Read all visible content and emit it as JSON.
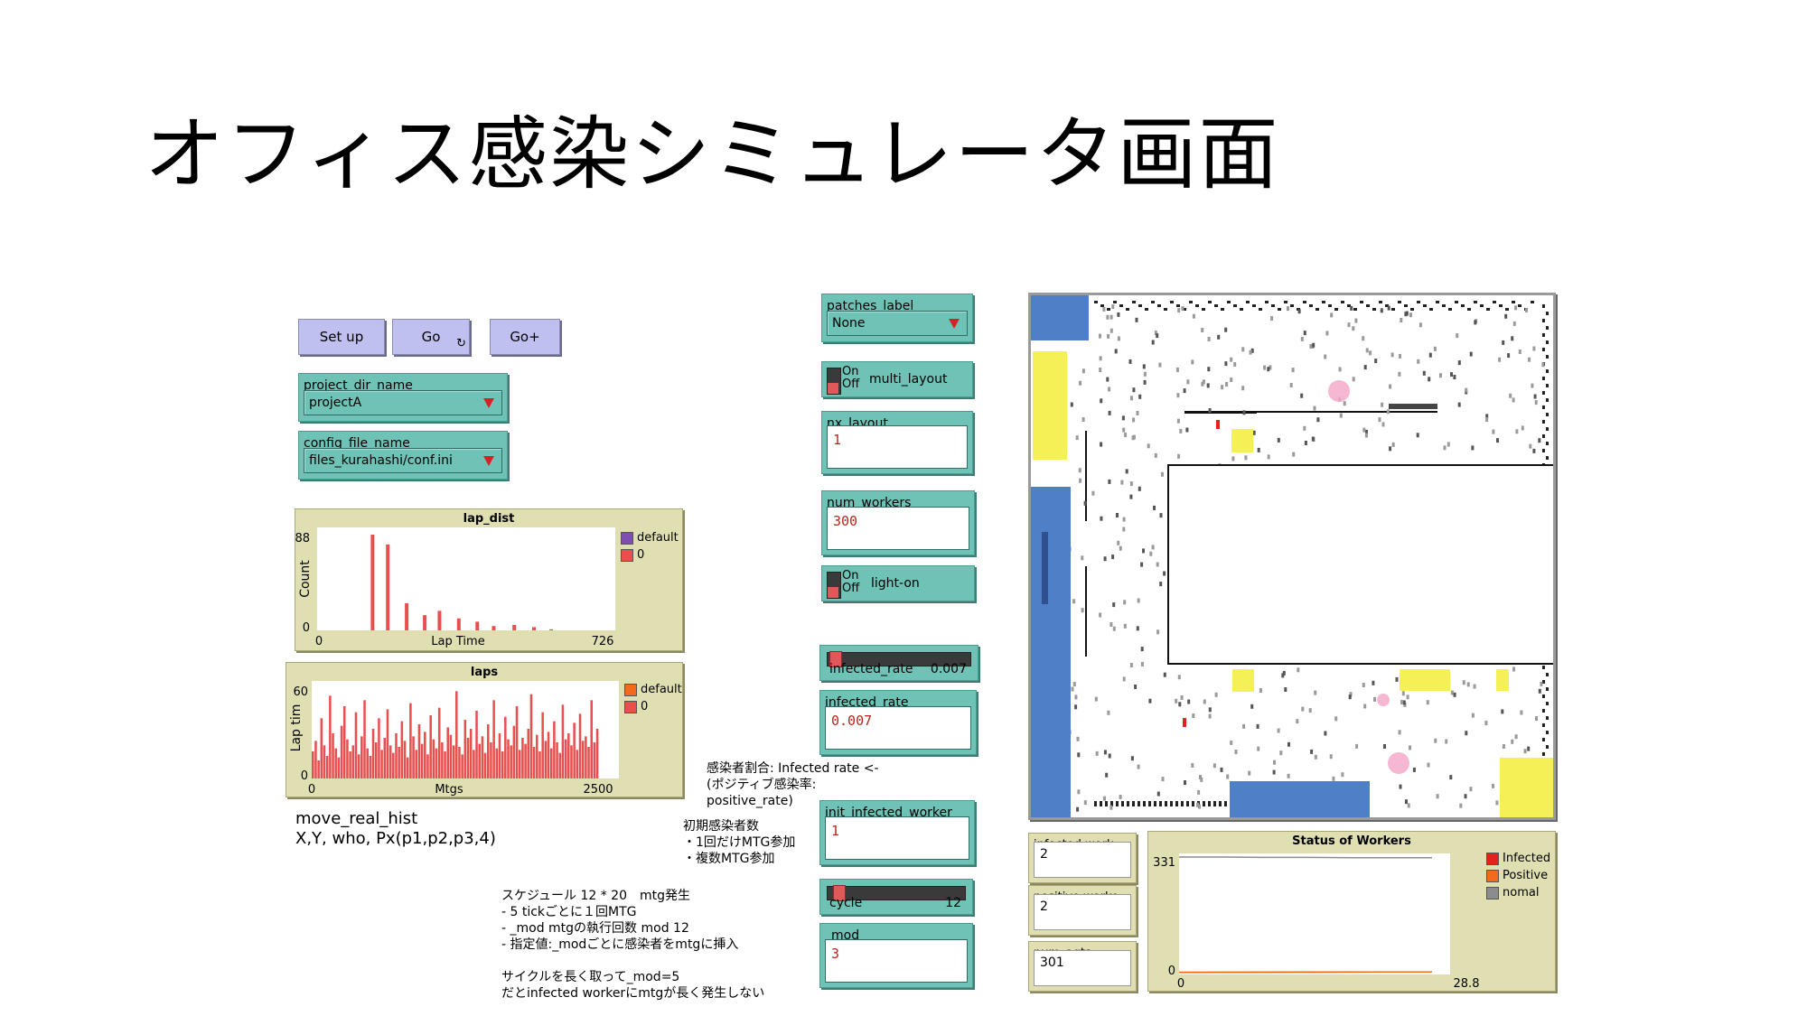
{
  "page": {
    "title": "オフィス感染シミュレータ画面"
  },
  "buttons": {
    "setup": "Set up",
    "go": "Go",
    "go_forever_icon": "forever-icon",
    "go_plus": "Go+"
  },
  "project_dir": {
    "label": "project_dir_name",
    "value": "projectA"
  },
  "config_file": {
    "label": "config_file_name",
    "value": "files_kurahashi/conf.ini"
  },
  "patches_label": {
    "label": "patches_label",
    "value": "None"
  },
  "multi_layout": {
    "on": "On",
    "off": "Off",
    "label": "multi_layout"
  },
  "nx_layout": {
    "label": "nx_layout",
    "value": "1"
  },
  "num_workers": {
    "label": "num_workers",
    "value": "300"
  },
  "light_on": {
    "on": "On",
    "off": "Off",
    "label": "light-on"
  },
  "infected_rate_slider": {
    "label": "infected_rate",
    "value": "0.007",
    "fraction": 0.05
  },
  "infected_rate_input": {
    "label": "infected_rate",
    "value": "0.007"
  },
  "init_infected_worker": {
    "label": "init_infected_worker",
    "value": "1"
  },
  "cycle_slider": {
    "label": "cycle",
    "value": "12",
    "fraction": 0.08
  },
  "mod_input": {
    "label": "_mod",
    "value": "3"
  },
  "monitors": {
    "infected": {
      "label": "infected work...",
      "value": "2"
    },
    "positive": {
      "label": "positive worke...",
      "value": "2"
    },
    "num_agts": {
      "label": "num_agts",
      "value": "301"
    }
  },
  "notes": {
    "infected_rate": [
      "感染者割合: Infected rate <-",
      "(ポジティブ感染率:",
      "positive_rate)"
    ],
    "init_infected": [
      "初期感染者数",
      "・1回だけMTG参加",
      "・複数MTG参加"
    ],
    "schedule": [
      "スケジュール 12 * 20　mtg発生",
      " - 5 tickごとに１回MTG",
      " - _mod mtgの執行回数 mod 12",
      " - 指定値:_modごとに感染者をmtgに挿入",
      "",
      "サイクルを長く取って_mod=5",
      "だとinfected workerにmtgが長く発生しない"
    ],
    "move_hist": [
      "move_real_hist",
      "X,Y, who, Px(p1,p2,p3,4)"
    ]
  },
  "colors": {
    "infected": "#e8201c",
    "positive": "#f26a1b",
    "nomal": "#8c8c8c",
    "bars": "#e8504f",
    "default_series": "#7f4fb0"
  },
  "chart_data": [
    {
      "type": "bar",
      "title": "lap_dist",
      "xlabel": "Lap Time",
      "ylabel": "Count",
      "xlim": [
        0,
        726
      ],
      "ylim": [
        0,
        88
      ],
      "legend": [
        "default",
        "0"
      ],
      "legend_placement": "right",
      "series": [
        {
          "name": "0",
          "x": [
            135,
            172,
            218,
            262,
            298,
            345,
            390,
            430,
            480,
            528,
            570
          ],
          "values": [
            88,
            79,
            25,
            14,
            18,
            11,
            8,
            4,
            5,
            3,
            1
          ]
        }
      ]
    },
    {
      "type": "bar",
      "title": "laps",
      "xlabel": "Mtgs",
      "ylabel": "Lap tim",
      "xlim": [
        0,
        2500
      ],
      "ylim": [
        0,
        60
      ],
      "legend": [
        "default",
        "0"
      ],
      "legend_placement": "right",
      "series": [
        {
          "name": "0",
          "values": [
            18,
            25,
            12,
            40,
            22,
            15,
            55,
            30,
            20,
            14,
            35,
            48,
            26,
            18,
            22,
            44,
            16,
            28,
            52,
            20,
            15,
            33,
            24,
            40,
            19,
            27,
            46,
            22,
            17,
            30,
            21,
            38,
            25,
            14,
            50,
            28,
            19,
            36,
            23,
            31,
            16,
            42,
            26,
            20,
            47,
            24,
            18,
            34,
            29,
            22,
            58,
            21,
            16,
            39,
            27,
            33,
            19,
            45,
            23,
            28,
            17,
            36,
            24,
            52,
            20,
            30,
            18,
            41,
            26,
            22,
            35,
            48,
            19,
            27,
            23,
            33,
            56,
            21,
            29,
            18,
            44,
            25,
            31,
            20,
            38,
            24,
            17,
            49,
            26,
            30,
            22,
            37,
            19,
            43,
            25,
            28,
            21,
            52,
            24,
            33
          ]
        }
      ]
    },
    {
      "type": "line",
      "title": "Status of Workers",
      "xlim": [
        0,
        28.8
      ],
      "ylim": [
        0,
        331
      ],
      "legend": [
        "Infected",
        "Positive",
        "nomal"
      ],
      "legend_placement": "right",
      "series": [
        {
          "name": "Infected",
          "x": [
            0,
            28.8
          ],
          "values": [
            1,
            2
          ]
        },
        {
          "name": "Positive",
          "x": [
            0,
            28.8
          ],
          "values": [
            1,
            2
          ]
        },
        {
          "name": "nomal",
          "x": [
            0,
            5,
            10,
            15,
            20,
            28.8
          ],
          "values": [
            331,
            331,
            330,
            330,
            329,
            329
          ]
        }
      ]
    }
  ]
}
